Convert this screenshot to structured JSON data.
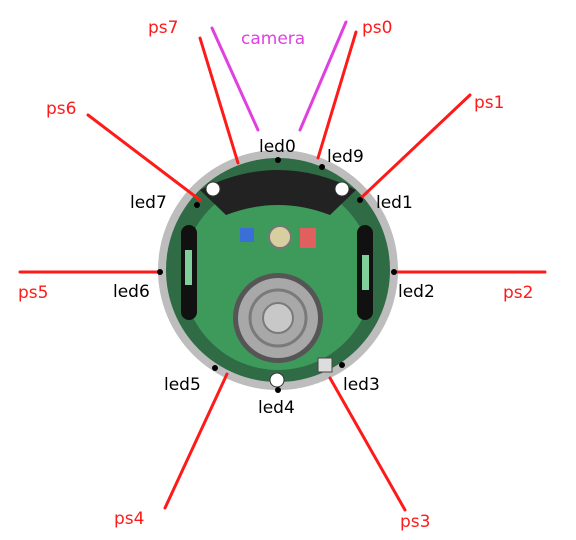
{
  "colors": {
    "sensor": "#ff1a1a",
    "camera": "#e040e0",
    "led_text": "#000000",
    "board": "#2e8b57",
    "rim": "#bdbdbd"
  },
  "sensors": {
    "ps0": "ps0",
    "ps1": "ps1",
    "ps2": "ps2",
    "ps3": "ps3",
    "ps4": "ps4",
    "ps5": "ps5",
    "ps6": "ps6",
    "ps7": "ps7"
  },
  "camera": {
    "label": "camera"
  },
  "leds": {
    "led0": "led0",
    "led1": "led1",
    "led2": "led2",
    "led3": "led3",
    "led4": "led4",
    "led5": "led5",
    "led6": "led6",
    "led7": "led7",
    "led9": "led9"
  }
}
